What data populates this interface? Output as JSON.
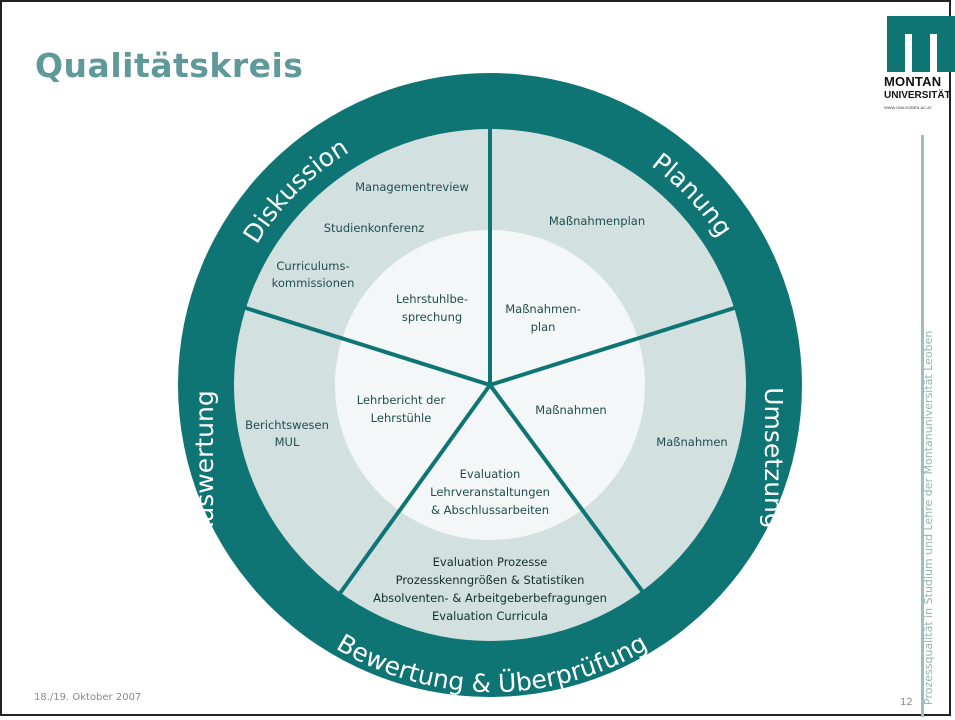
{
  "slide": {
    "title": "Qualitätskreis",
    "footer_date": "18./19. Oktober 2007",
    "page_number": "12",
    "vertical_text": "Prozessqualität in Studium und Lehre der Montanuniversität Leoben"
  },
  "logo": {
    "line1": "MONTAN",
    "line2": "UNIVERSITÄT",
    "line3": "WWW.UNILEOBEN.AC.AT"
  },
  "colors": {
    "ring": "#0e7474",
    "outer_fill": "#d3e0e0",
    "inner_fill": "#f3f7f7",
    "title": "#5f9999"
  },
  "diagram": {
    "ring_labels": {
      "diskussion": "Diskussion",
      "planung": "Planung",
      "umsetzung": "Umsetzung",
      "bewertung": "Bewertung & Überprüfung",
      "auswertung": "Auswertung"
    },
    "outer": {
      "managementreview": "Managementreview",
      "studienkonferenz": "Studienkonferenz",
      "curriculums_1": "Curriculums-",
      "curriculums_2": "kommissionen",
      "massnahmenplan": "Maßnahmenplan",
      "massnahmen": "Maßnahmen",
      "berichtswesen_1": "Berichtswesen",
      "berichtswesen_2": "MUL",
      "bottom_1": "Evaluation Prozesse",
      "bottom_2": "Prozesskenngrößen & Statistiken",
      "bottom_3": "Absolventen- & Arbeitgeberbefragungen",
      "bottom_4": "Evaluation Curricula"
    },
    "inner": {
      "lehrstuhl_1": "Lehrstuhlbe-",
      "lehrstuhl_2": "sprechung",
      "massnahmenplan_1": "Maßnahmen-",
      "massnahmenplan_2": "plan",
      "massnahmen": "Maßnahmen",
      "lehrbericht_1": "Lehrbericht der",
      "lehrbericht_2": "Lehrstühle",
      "evaluation_1": "Evaluation",
      "evaluation_2": "Lehrveranstaltungen",
      "evaluation_3": "& Abschlussarbeiten"
    }
  }
}
